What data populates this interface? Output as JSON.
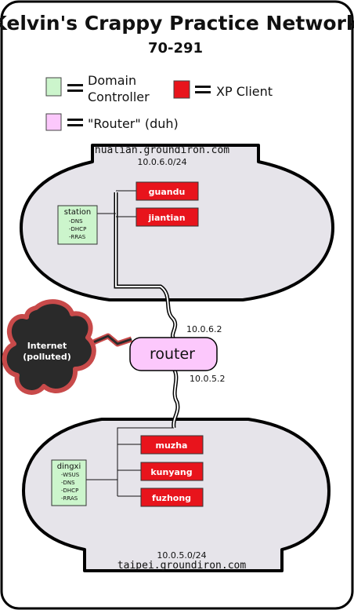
{
  "title": "Kelvin's Crappy Practice Network",
  "subtitle": "70-291",
  "legend": {
    "dc_label_line1": "Domain",
    "dc_label_line2": "Controller",
    "xp_label": "XP Client",
    "router_label": "\"Router\" (duh)",
    "equals": "="
  },
  "top_network": {
    "domain": "hualian.groundiron.com",
    "subnet": "10.0.6.0/24",
    "dc": {
      "name": "station",
      "services": [
        "-DNS",
        "-DHCP",
        "-RRAS"
      ]
    },
    "clients": [
      "guandu",
      "jiantian"
    ]
  },
  "router": {
    "label": "router",
    "ip_top": "10.0.6.2",
    "ip_bottom": "10.0.5.2"
  },
  "internet": {
    "line1": "Internet",
    "line2": "(polluted)"
  },
  "bottom_network": {
    "domain": "taipei.groundiron.com",
    "subnet": "10.0.5.0/24",
    "dc": {
      "name": "dingxi",
      "services": [
        "-WSUS",
        "-DNS",
        "-DHCP",
        "-RRAS"
      ]
    },
    "clients": [
      "muzha",
      "kunyang",
      "fuzhong"
    ]
  },
  "colors": {
    "dc_fill": "#ccf5cc",
    "client_fill": "#e8141c",
    "router_fill": "#fcc8fc",
    "network_fill": "#e6e4ea",
    "internet_fill": "#2a2a2a",
    "internet_border": "#c84a4a"
  }
}
